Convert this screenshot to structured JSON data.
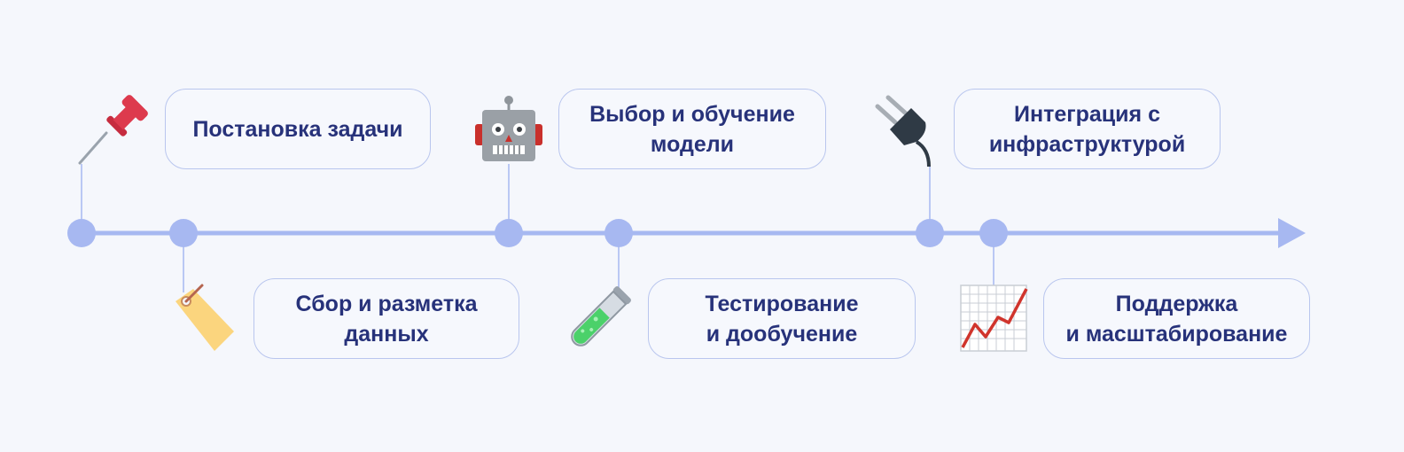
{
  "timeline": {
    "accent_color": "#a7b8f1",
    "steps": [
      {
        "label": "Постановка задачи",
        "icon": "pushpin-icon"
      },
      {
        "label": "Сбор и разметка\nданных",
        "icon": "price-tag-icon"
      },
      {
        "label": "Выбор и обучение\nмодели",
        "icon": "robot-icon"
      },
      {
        "label": "Тестирование\nи дообучение",
        "icon": "test-tube-icon"
      },
      {
        "label": "Интеграция с\nинфраструктурой",
        "icon": "electric-plug-icon"
      },
      {
        "label": "Поддержка\nи масштабирование",
        "icon": "chart-increasing-icon"
      }
    ]
  }
}
